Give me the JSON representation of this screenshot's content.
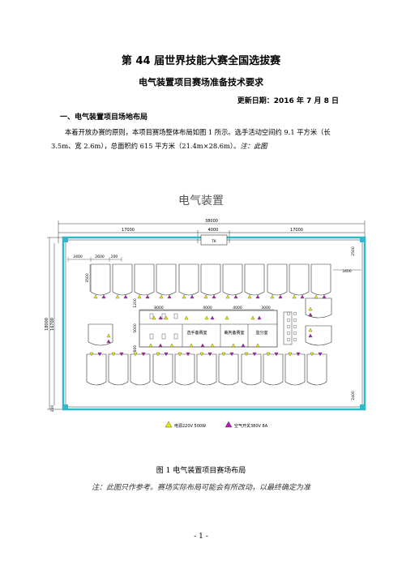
{
  "title": "第 44 届世界技能大赛全国选拔赛",
  "subtitle": "电气装置项目赛场准备技术要求",
  "update_date": "更新日期：2016 年 7 月 8 日",
  "section1_heading": "一、电气装置项目场地布局",
  "paragraph_main": "本着开放办赛的原则，本项目赛场整体布局如图 1 所示。选手活动空间约 9.1 平方米（长 3.5m、宽 2.6m），总面积约 615 平方米（21.4m×28.6m）。",
  "paragraph_note": "注：此图",
  "figure": {
    "title": "电气装置",
    "dim_total": "38000",
    "dim_left": "17000",
    "dim_mid": "4000",
    "dim_right": "17000",
    "dim_3400_left": "3400",
    "dim_2600": "2600",
    "dim_200": "200",
    "dim_2500": "2500",
    "dim_3400_right": "3400",
    "dim_3500": "3500",
    "dim_1200": "1200",
    "dim_8000": "8000",
    "dim_4000a": "4000",
    "dim_4000b": "4000",
    "dim_3000": "3000",
    "dim_5000": "5000",
    "dim_800": "800",
    "dim_2400": "2400",
    "dim_left_outer": "18000",
    "dim_left_inner": "16700",
    "dim_200_bottom": "200",
    "top_box_label": "TK",
    "room_labels": [
      "选手备赛室",
      "裁判备赛室",
      "监分室"
    ],
    "legend_power": "电源220V  500W",
    "legend_switch": "空气开关380V  8A",
    "colors": {
      "frame": "#30b8c8",
      "power": "#e8e800",
      "switch": "#b020b0"
    }
  },
  "caption": "图 1    电气装置项目赛场布局",
  "note": "注：此图只作参考。赛场实际布局可能会有所改动，以最终确定为准",
  "page_number": "- 1 -"
}
